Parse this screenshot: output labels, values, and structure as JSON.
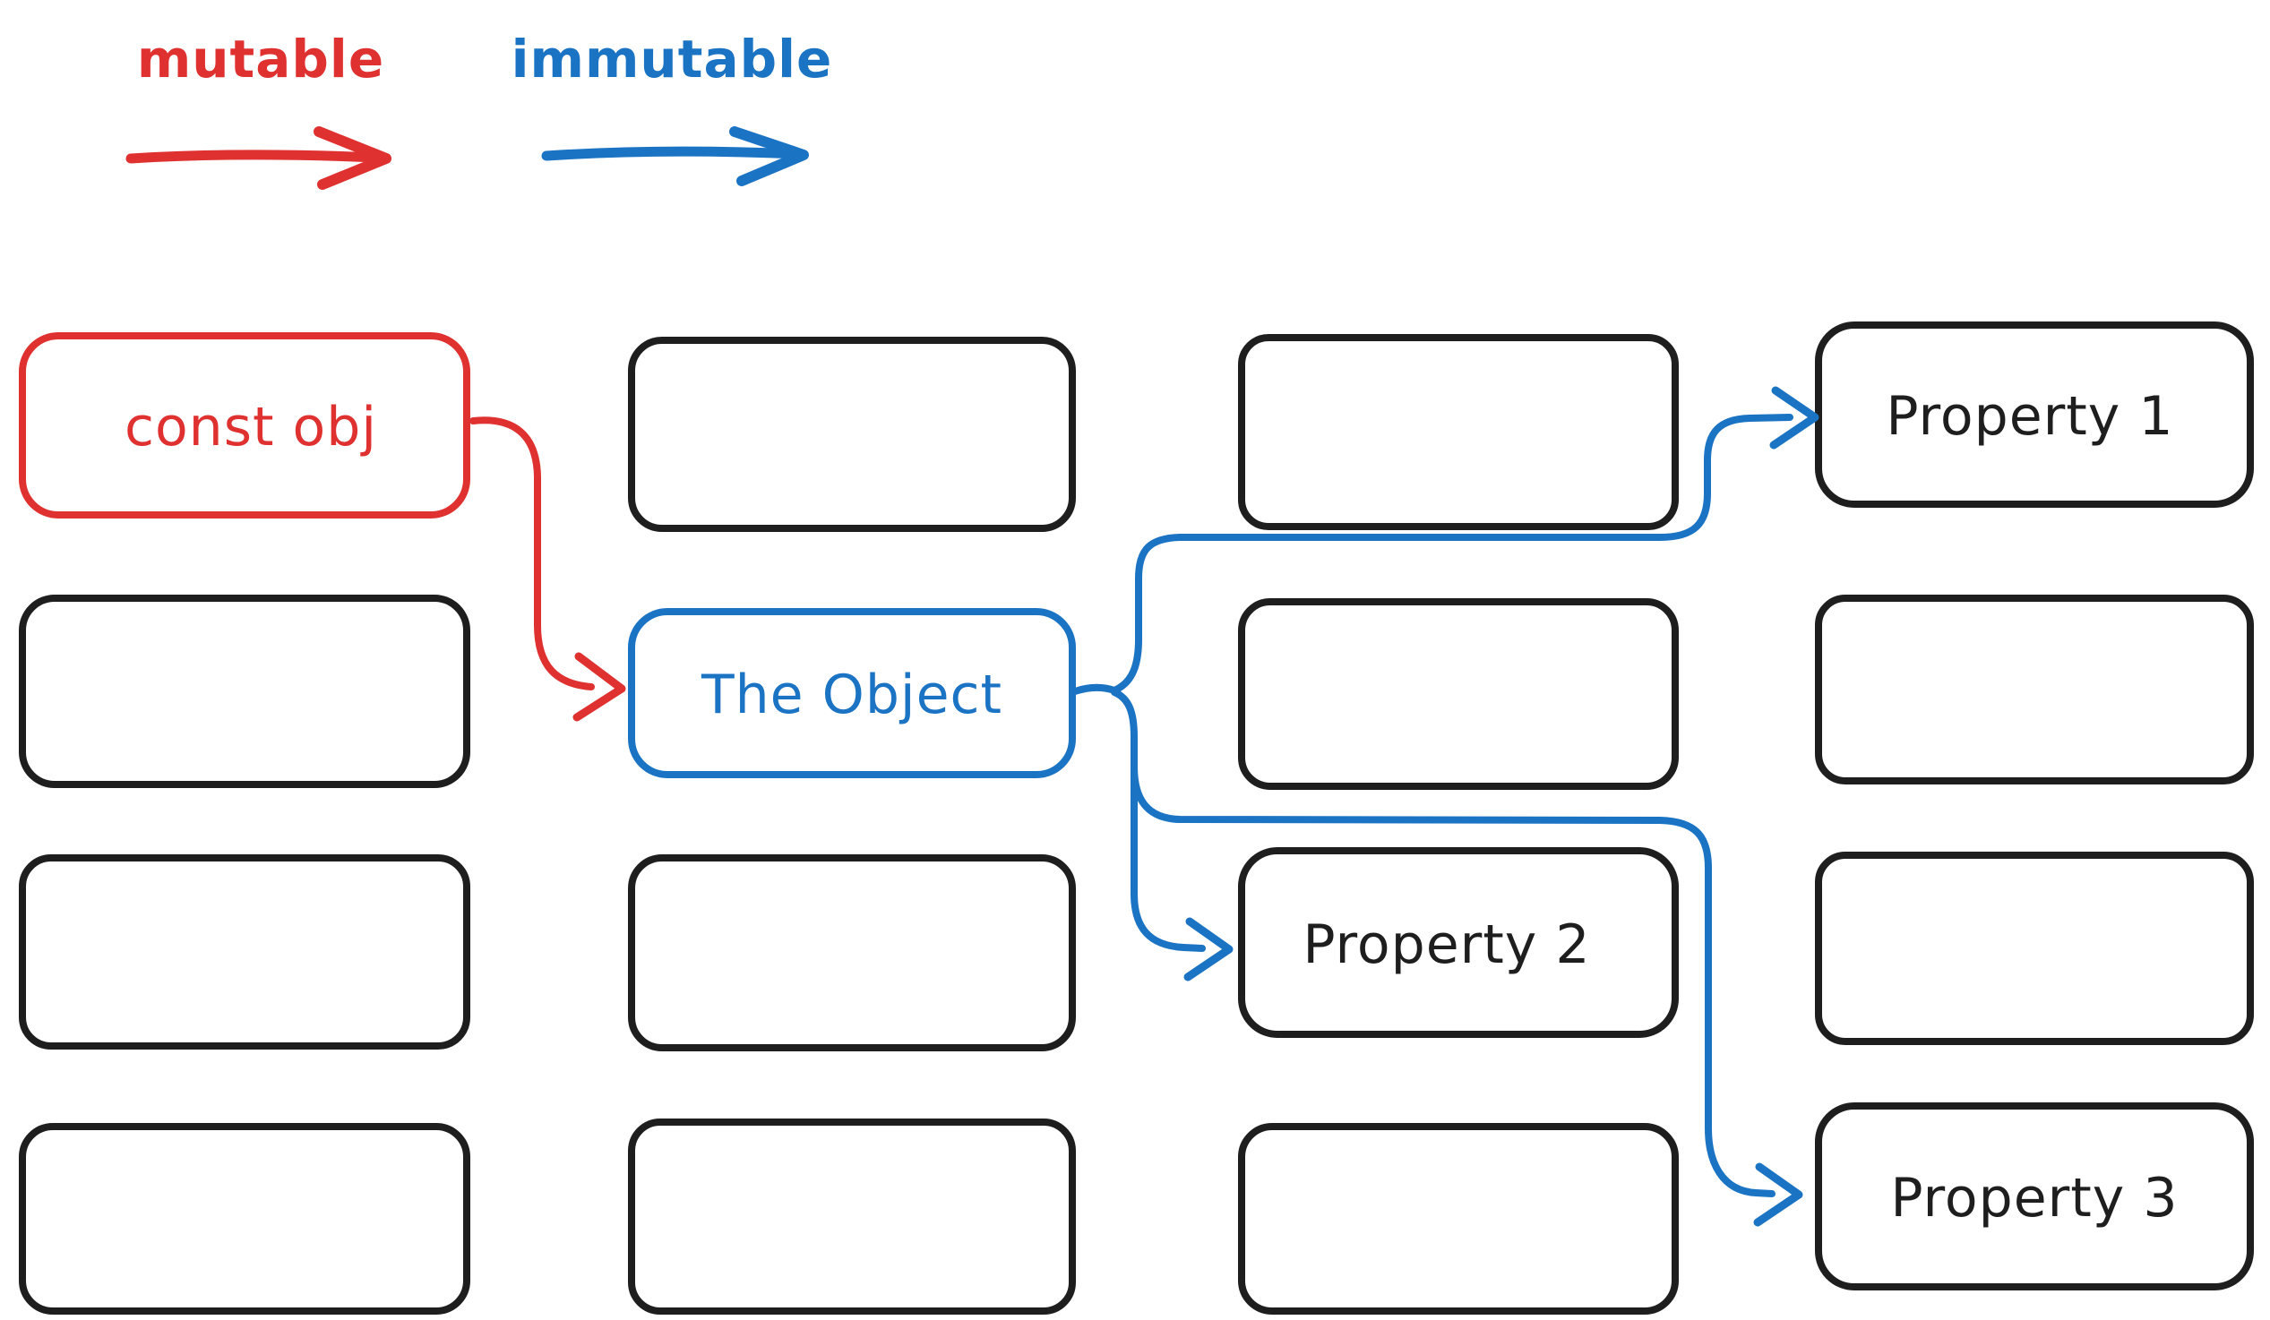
{
  "app": {
    "type": "whiteboard-diagram",
    "background": "#ffffff"
  },
  "colors": {
    "mutable": "#e03131",
    "immutable": "#1b73c4",
    "box_stroke": "#1e1e1e",
    "background": "#ffffff"
  },
  "legend": {
    "items": [
      {
        "label": "mutable",
        "color": "#e03131"
      },
      {
        "label": "immutable",
        "color": "#1b73c4"
      }
    ]
  },
  "nodes": {
    "const_obj": {
      "label": "const obj",
      "color": "#e03131"
    },
    "the_object": {
      "label": "The Object",
      "color": "#1b73c4"
    },
    "property_1": {
      "label": "Property 1",
      "color": "#1e1e1e"
    },
    "property_2": {
      "label": "Property 2",
      "color": "#1e1e1e"
    },
    "property_3": {
      "label": "Property 3",
      "color": "#1e1e1e"
    },
    "empty_box_count": 11
  },
  "edges": [
    {
      "from": "const obj",
      "to": "The Object",
      "type": "mutable",
      "color": "#e03131"
    },
    {
      "from": "The Object",
      "to": "Property 1",
      "type": "immutable",
      "color": "#1b73c4"
    },
    {
      "from": "The Object",
      "to": "Property 2",
      "type": "immutable",
      "color": "#1b73c4"
    },
    {
      "from": "The Object",
      "to": "Property 3",
      "type": "immutable",
      "color": "#1b73c4"
    }
  ]
}
